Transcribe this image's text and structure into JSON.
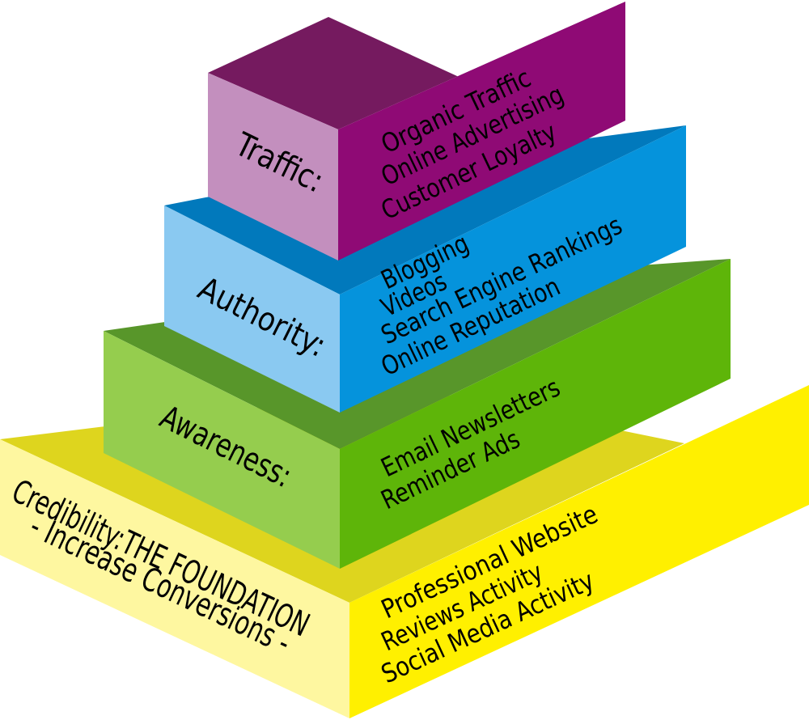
{
  "pyramid": {
    "tiers": [
      {
        "id": "traffic",
        "title": "Traffic:",
        "items": [
          "Organic Traffic",
          "Online Advertising",
          "Customer Loyalty"
        ],
        "colors": {
          "front": "#c38fbe",
          "top": "#751a5f",
          "side": "#8f0a75"
        }
      },
      {
        "id": "authority",
        "title": "Authority:",
        "items": [
          "Blogging",
          "Videos",
          "Search Engine Rankings",
          "Online Reputation"
        ],
        "colors": {
          "front": "#8ac9f1",
          "top": "#0179bc",
          "side": "#0593dc"
        }
      },
      {
        "id": "awareness",
        "title": "Awareness:",
        "items": [
          "Email Newsletters",
          "Reminder Ads"
        ],
        "colors": {
          "front": "#95cd4e",
          "top": "#58962a",
          "side": "#5eb509"
        }
      },
      {
        "id": "credibility",
        "title_line1": "Credibility:THE FOUNDATION",
        "title_line2": "- Increase Conversions -",
        "items": [
          "Professional Website",
          "Reviews Activity",
          "Social Media Activity"
        ],
        "colors": {
          "front": "#fef7a0",
          "top": "#ded51e",
          "side": "#fff000"
        }
      }
    ]
  }
}
